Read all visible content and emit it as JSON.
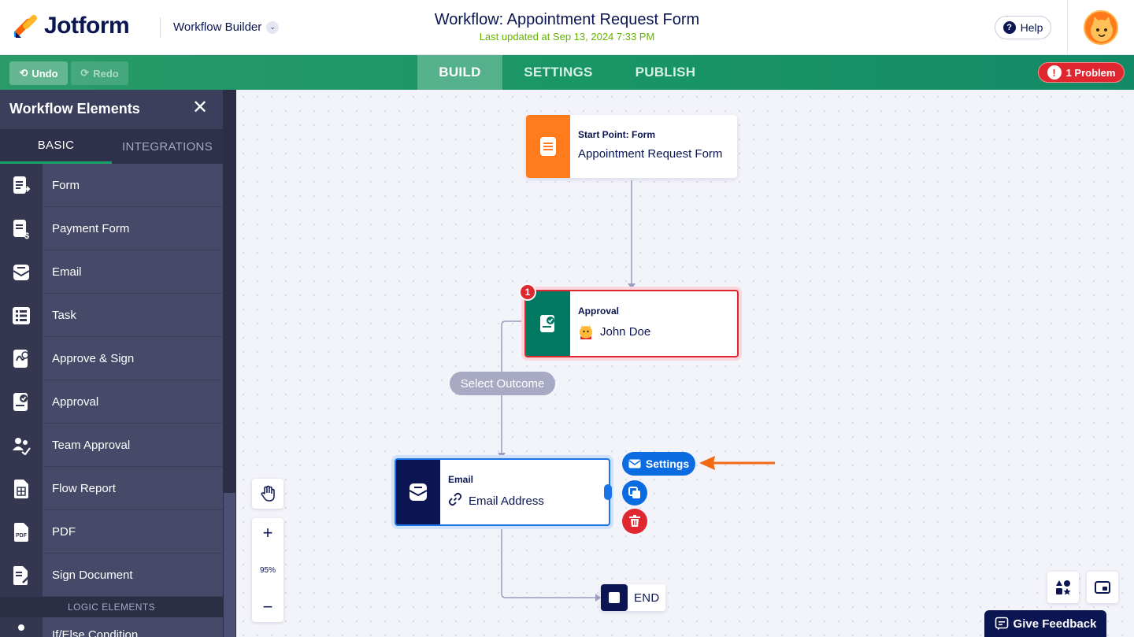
{
  "header": {
    "logo_text": "Jotform",
    "builder_label": "Workflow Builder",
    "title": "Workflow: Appointment Request Form",
    "updated": "Last updated at Sep 13, 2024 7:33 PM",
    "help_label": "Help"
  },
  "toolbar": {
    "undo_label": "Undo",
    "redo_label": "Redo",
    "tabs": [
      {
        "label": "BUILD",
        "active": true
      },
      {
        "label": "SETTINGS",
        "active": false
      },
      {
        "label": "PUBLISH",
        "active": false
      }
    ],
    "problem_label": "1 Problem"
  },
  "sidebar": {
    "title": "Workflow Elements",
    "tabs": [
      {
        "label": "BASIC",
        "active": true
      },
      {
        "label": "INTEGRATIONS",
        "active": false
      }
    ],
    "items": [
      {
        "label": "Form",
        "icon": "form-icon"
      },
      {
        "label": "Payment Form",
        "icon": "payment-form-icon"
      },
      {
        "label": "Email",
        "icon": "email-icon"
      },
      {
        "label": "Task",
        "icon": "task-icon"
      },
      {
        "label": "Approve & Sign",
        "icon": "approve-sign-icon"
      },
      {
        "label": "Approval",
        "icon": "approval-icon"
      },
      {
        "label": "Team Approval",
        "icon": "team-approval-icon"
      },
      {
        "label": "Flow Report",
        "icon": "flow-report-icon"
      },
      {
        "label": "PDF",
        "icon": "pdf-icon"
      },
      {
        "label": "Sign Document",
        "icon": "sign-document-icon"
      }
    ],
    "logic_section": "LOGIC ELEMENTS",
    "partial_item": "If/Else Condition"
  },
  "canvas": {
    "start_node": {
      "type": "Start Point: Form",
      "name": "Appointment Request Form",
      "color": "#ff7b1c"
    },
    "approval_node": {
      "type": "Approval",
      "assignee": "John Doe",
      "badge": "1",
      "color": "#007862"
    },
    "outcome_label": "Select Outcome",
    "email_node": {
      "type": "Email",
      "recipient": "Email Address",
      "color": "#0a1551"
    },
    "settings_label": "Settings",
    "end_label": "END",
    "zoom_level": "95%",
    "feedback_label": "Give Feedback"
  },
  "colors": {
    "toolbar_green": "#1a9666",
    "problem_red": "#e0262f",
    "primary_blue": "#0b6be0",
    "navy": "#0a1551",
    "arrow_orange": "#f36a15"
  }
}
